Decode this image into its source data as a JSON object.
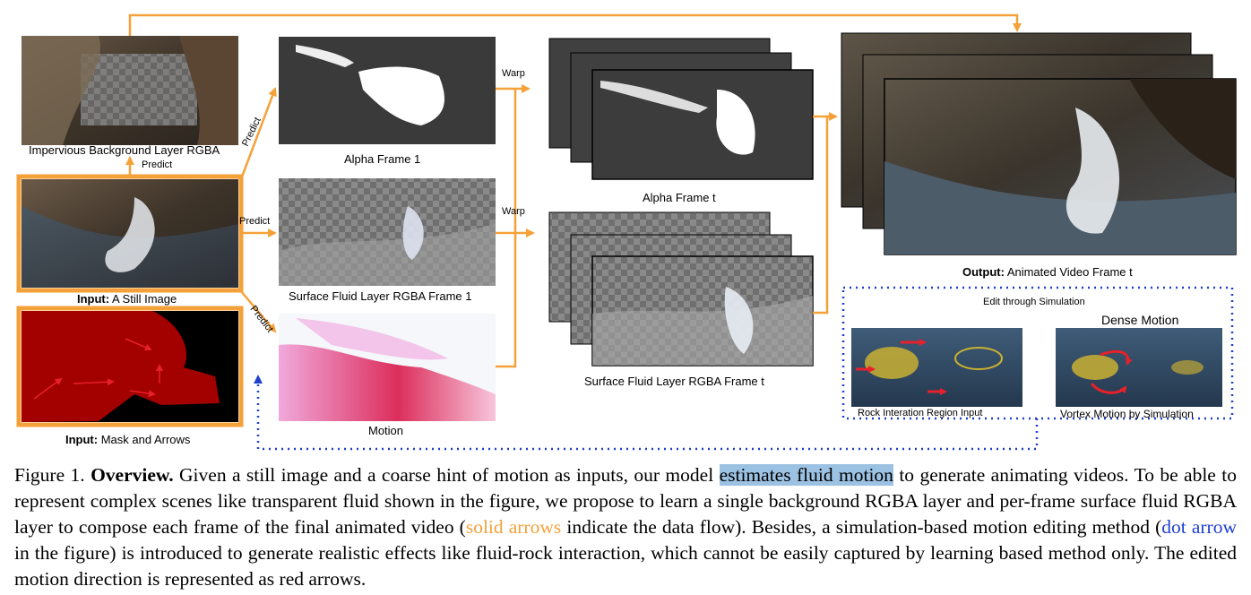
{
  "labels": {
    "bg_layer": "Impervious Background Layer RGBA",
    "predict_up": "Predict",
    "predict_alpha": "Predict",
    "predict_surface": "Predict",
    "predict_motion": "Predict",
    "input_image_bold": "Input:",
    "input_image_rest": " A Still Image",
    "input_mask_bold": "Input:",
    "input_mask_rest": " Mask and Arrows",
    "alpha_frame1": "Alpha Frame 1",
    "surface_frame1": "Surface Fluid Layer RGBA Frame 1",
    "motion": "Motion",
    "warp1": "Warp",
    "warp2": "Warp",
    "alpha_framet": "Alpha Frame t",
    "surface_framet": "Surface Fluid Layer RGBA Frame t",
    "output_bold": "Output:",
    "output_rest": " Animated Video Frame t",
    "edit_title": "Edit through Simulation",
    "dense_motion": "Dense Motion",
    "rock_input": "Rock Interation Region Input",
    "vortex": "Vortex Motion by Simulation"
  },
  "caption": {
    "fig": "Figure 1. ",
    "title": "Overview.",
    "t1": " Given a still image and a coarse hint of motion as inputs, our model ",
    "highlight": "estimates fluid motion",
    "t2": " to generate animating videos. To be able to represent complex scenes like transparent fluid shown in the figure, we propose to learn a single background RGBA layer and per-frame surface fluid RGBA layer to compose each frame of the final animated video (",
    "solid": "solid arrows",
    "t3": " indicate the data flow). Besides, a simulation-based motion editing method (",
    "dot": "dot arrow",
    "t4": " in the figure) is introduced to generate realistic effects like fluid-rock interaction, which cannot be easily captured by learning based method only. The edited motion direction is represented as red arrows."
  },
  "colors": {
    "flow_arrow": "#f5a13a",
    "dot_arrow": "#1f3fd0",
    "mask_red": "#a30000",
    "motion_red": "#e8202a"
  }
}
